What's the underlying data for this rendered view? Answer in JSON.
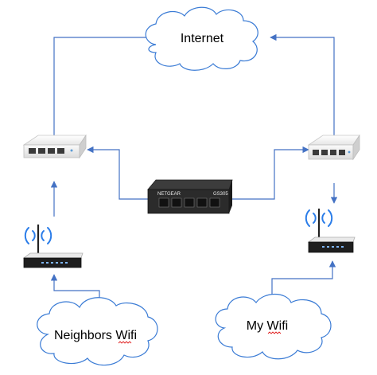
{
  "diagram": {
    "clouds": {
      "internet": "Internet",
      "neighbors": "Neighbors Wifi",
      "mine": "My Wifi"
    },
    "switch": {
      "brand": "NETGEAR",
      "model": "GS305"
    },
    "colors": {
      "connector": "#4472c4",
      "cloud_stroke": "#3a7bd5",
      "wifi_signal": "#2b7de9",
      "spellcheck": "#e02020"
    }
  }
}
